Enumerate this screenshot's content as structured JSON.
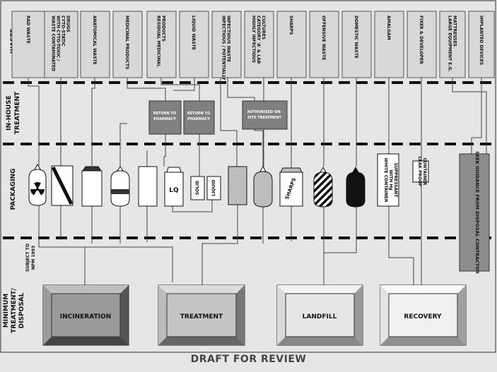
{
  "row_labels": {
    "waste": "WASTE",
    "in_house": [
      "IN-HOUSE",
      "TREATMENT"
    ],
    "packaging": "PACKAGING",
    "disposal": [
      "MINIMUM",
      "TREATMENT/",
      "DISPOSAL"
    ]
  },
  "waste_types": [
    [
      "RAD WASTE"
    ],
    [
      "WASTE CONTAMINATED",
      "WITH CYTO-TOXIC /",
      "CYTO-STATIC",
      "DRUGS"
    ],
    [
      "ANATOMICAL WASTE"
    ],
    [
      "MEDICINAL PRODUCTS"
    ],
    [
      "RESIDUAL MEDICINAL",
      "PRODUCTS"
    ],
    [
      "LIQUID WASTE"
    ],
    [
      "INFECTIOUS / POTENTIALLY",
      "INFECTIOUS WASTE"
    ],
    [
      "HIGHLY INFECTIOUS",
      "CATEGORY 'A' & LAB",
      "CULTURES"
    ],
    [
      "SHARPS"
    ],
    [
      "OFFENSIVE WASTE"
    ],
    [
      "DOMESTIC WASTE"
    ],
    [
      "AMALGAM"
    ],
    [
      "FIXER & DEVELOPER"
    ],
    [
      "LARGE EQUIPMENT E.G.",
      "MATTRESSES"
    ],
    [
      "IMPLANTED DEVICES"
    ]
  ],
  "treatment_boxes": [
    [
      "RETURN TO",
      "PHARMACY"
    ],
    [
      "RETURN TO",
      "PHARMACY"
    ],
    [
      "AUTHORISED ON-",
      "SITE TREATMENT"
    ]
  ],
  "packaging_labels": {
    "lq": "LQ",
    "solid": "SOLID",
    "liquid": "LIQUID",
    "sharps": "SHARPS",
    "white_container": [
      "WHITE CONTAINER",
      "WITH Hg",
      "SUPPRESSANT"
    ],
    "leak_proof": [
      "LEAK PROOF",
      "CONTAINER"
    ],
    "seek_guidance": "SEEK GUIDANCE FROM DISPOSAL CONTRACTOR"
  },
  "source_note": [
    "SUBJECT TO",
    "NPM 1993"
  ],
  "disposal": [
    "INCINERATION",
    "TREATMENT",
    "LANDFILL",
    "RECOVERY"
  ],
  "footer": "DRAFT FOR REVIEW"
}
